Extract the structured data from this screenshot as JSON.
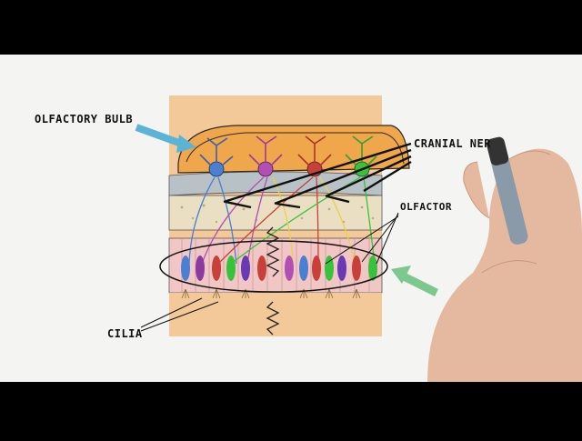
{
  "labels": {
    "olfactory_bulb": "OLFACTORY BULB",
    "cranial_nerve": "CRANIAL NER",
    "olfactory": "OLFACTOR",
    "cilia": "CILIA"
  },
  "colors": {
    "letterbox": "#000000",
    "whiteboard": "#f4f4f2",
    "bulb": "#f0a64a",
    "tissue": "#f3c999",
    "bone": "#eadfc3",
    "epithelium": "#f0c7c4",
    "blue_arrow": "#5ab4d6",
    "green_arrow": "#7cc88e",
    "mitral_blue": "#4a7fd4",
    "mitral_purple": "#b24fb5",
    "mitral_red": "#c7403a",
    "mitral_green": "#38c23c"
  },
  "icons": [
    "drawing-hand-icon",
    "marker-pen-icon"
  ]
}
